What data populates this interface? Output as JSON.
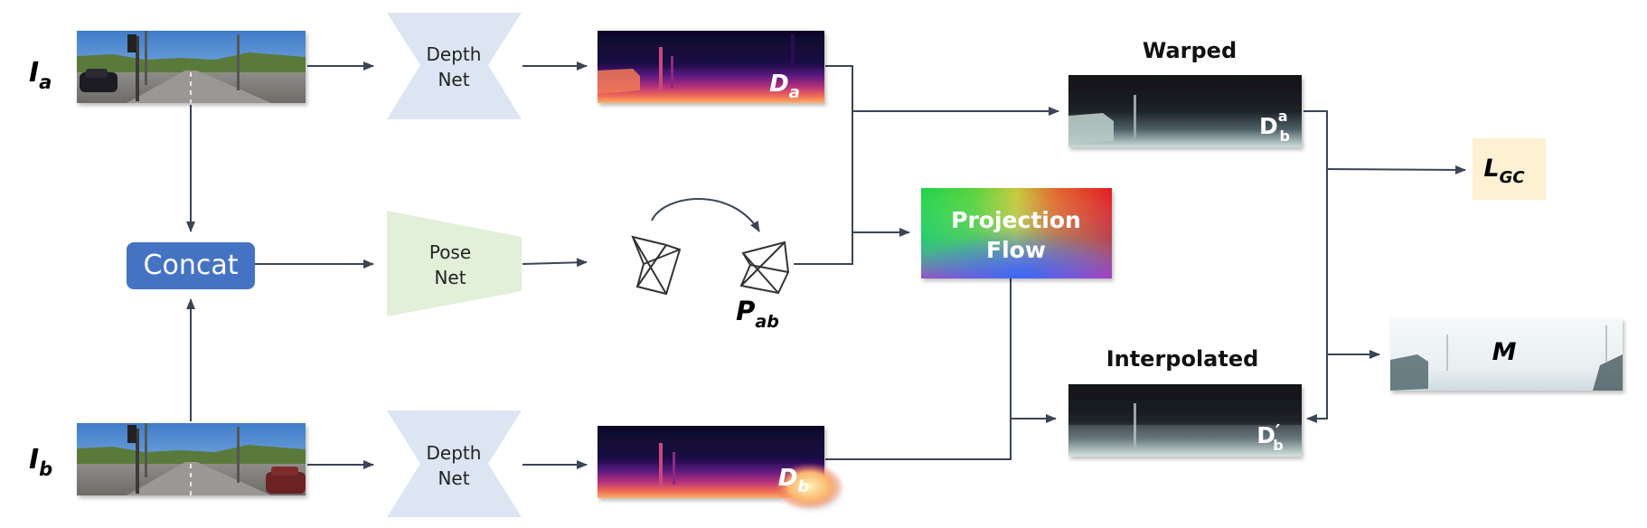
{
  "inputs": {
    "ia": "I",
    "ia_sub": "a",
    "ib": "I",
    "ib_sub": "b"
  },
  "networks": {
    "depth_top_line1": "Depth",
    "depth_top_line2": "Net",
    "depth_bot_line1": "Depth",
    "depth_bot_line2": "Net",
    "pose_line1": "Pose",
    "pose_line2": "Net",
    "concat": "Concat"
  },
  "depth_maps": {
    "da": "D",
    "da_sub": "a",
    "db": "D",
    "db_sub": "b"
  },
  "pose": {
    "label": "P",
    "label_sub": "ab"
  },
  "projection_flow": {
    "line1": "Projection",
    "line2": "Flow"
  },
  "warped": {
    "title": "Warped",
    "label": "D",
    "label_sub": "b",
    "label_sup": "a"
  },
  "interpolated": {
    "title": "Interpolated",
    "label": "D",
    "label_sub": "b",
    "label_prime": "′"
  },
  "outputs": {
    "lgc": "L",
    "lgc_sub": "GC",
    "mask": "M"
  },
  "colors": {
    "concat": "#4573c4",
    "depth_net": "#dce6f2",
    "pose_net": "#e2efd9",
    "lgc_box": "#fdf1d2",
    "arrow": "#3a4556"
  }
}
